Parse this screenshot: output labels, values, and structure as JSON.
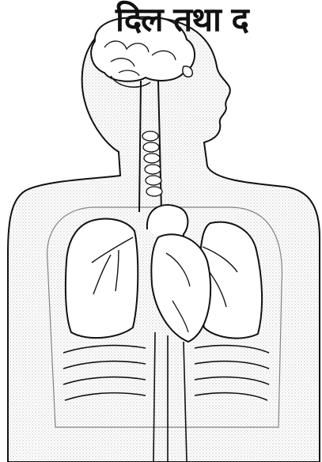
{
  "figure": {
    "title_text": "दिल तथा द",
    "colors": {
      "ink": "#111111",
      "organ_fill": "#ffffff",
      "body_stipple": "#bdbdbd",
      "paper": "#ffffff"
    },
    "parts": [
      "brain",
      "trachea",
      "left-lung",
      "right-lung",
      "heart",
      "aorta",
      "ribs",
      "diaphragm-vessels"
    ]
  }
}
